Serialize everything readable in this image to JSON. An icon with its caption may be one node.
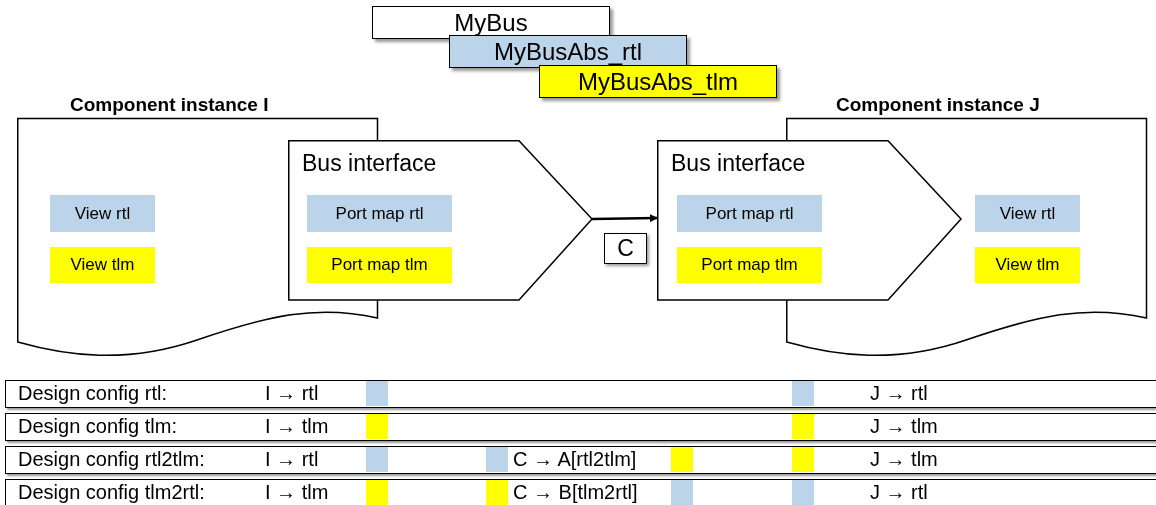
{
  "diagram": {
    "nodes": [
      {
        "text": [
          "MyBus"
        ]
      },
      {
        "text": [
          "MyBusAbs_rtl"
        ]
      },
      {
        "text": [
          "MyBusAbs_tlm"
        ]
      },
      {
        "text": [
          "Component instance I"
        ]
      },
      {
        "text": [
          "View rtl"
        ],
        "in": 3
      },
      {
        "text": [
          "View tlm"
        ],
        "in": 3
      },
      {
        "text": [
          "Bus interface"
        ]
      },
      {
        "text": [
          "Port map rtl"
        ],
        "in": 6
      },
      {
        "text": [
          "Port map tlm"
        ],
        "in": 6
      },
      {
        "text": [
          "Bus interface"
        ]
      },
      {
        "text": [
          "Port map rtl"
        ],
        "in": 9
      },
      {
        "text": [
          "Port map tlm"
        ],
        "in": 9
      },
      {
        "text": [
          "Component instance J"
        ]
      },
      {
        "text": [
          "View rtl"
        ],
        "in": 12
      },
      {
        "text": [
          "View tlm"
        ],
        "in": 12
      }
    ],
    "edges": [
      {
        "from": 6,
        "to": 9,
        "arrow": "to",
        "label": "C"
      }
    ],
    "labels": [
      "Design config rtl:",
      "I → rtl",
      "J → rtl",
      "Design config tlm:",
      "I → tlm",
      "J → tlm",
      "Design config rtl2tlm:",
      "I → rtl",
      "C → A[rtl2tlm]",
      "J → tlm",
      "Design config tlm2rtl:",
      "I → tlm",
      "C → B[tlm2rtl]",
      "J → rtl"
    ]
  }
}
